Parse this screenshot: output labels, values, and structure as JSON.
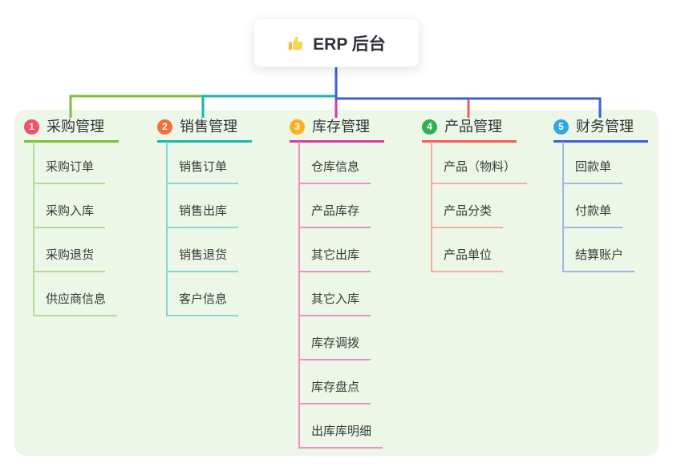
{
  "root": {
    "title": "ERP 后台",
    "icon": "thumbs-up-icon"
  },
  "branches": [
    {
      "number": "1",
      "title": "采购管理",
      "badge_color": "#f3506c",
      "line_color": "#7cbf3f",
      "child_line_color": "#b5db92",
      "children": [
        "采购订单",
        "采购入库",
        "采购退货",
        "供应商信息"
      ]
    },
    {
      "number": "2",
      "title": "销售管理",
      "badge_color": "#f2703a",
      "line_color": "#1ab5ac",
      "child_line_color": "#8ad5cd",
      "children": [
        "销售订单",
        "销售出库",
        "销售退货",
        "客户信息"
      ]
    },
    {
      "number": "3",
      "title": "库存管理",
      "badge_color": "#ffb11b",
      "line_color": "#d23ba0",
      "child_line_color": "#ec8fc7",
      "children": [
        "仓库信息",
        "产品库存",
        "其它出库",
        "其它入库",
        "库存调拨",
        "库存盘点",
        "出库库明细"
      ]
    },
    {
      "number": "4",
      "title": "产品管理",
      "badge_color": "#2eb150",
      "line_color": "#f85a54",
      "child_line_color": "#fbaaa5",
      "children": [
        "产品（物料）",
        "产品分类",
        "产品单位"
      ]
    },
    {
      "number": "5",
      "title": "财务管理",
      "badge_color": "#31a8dd",
      "line_color": "#3a5fd7",
      "child_line_color": "#a3b5e6",
      "children": [
        "回款单",
        "付款单",
        "结算账户"
      ]
    }
  ],
  "canvas": {
    "background": "#ffffff",
    "panel_background": "#ecf7e8",
    "trunk_color": "#3a5fd7"
  }
}
